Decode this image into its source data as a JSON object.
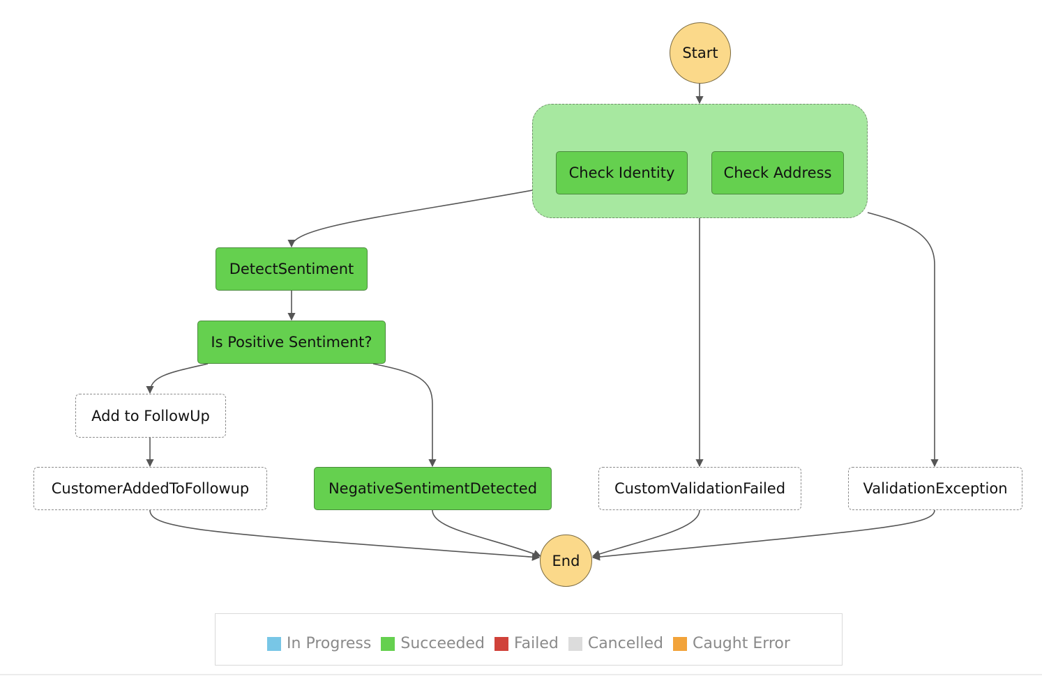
{
  "states": {
    "start": "Start",
    "end": "End",
    "check_identity": "Check Identity",
    "check_address": "Check Address",
    "detect_sentiment": "DetectSentiment",
    "is_positive_sentiment": "Is Positive Sentiment?",
    "add_to_followup": "Add to FollowUp",
    "customer_added_to_followup": "CustomerAddedToFollowup",
    "negative_sentiment_detected": "NegativeSentimentDetected",
    "custom_validation_failed": "CustomValidationFailed",
    "validation_exception": "ValidationException"
  },
  "status": {
    "start": "terminal",
    "check_identity": "Succeeded",
    "check_address": "Succeeded",
    "parallel_block": "Succeeded",
    "detect_sentiment": "Succeeded",
    "is_positive_sentiment": "Succeeded",
    "add_to_followup": "Not executed",
    "customer_added_to_followup": "Not executed",
    "negative_sentiment_detected": "Succeeded",
    "custom_validation_failed": "Not executed",
    "validation_exception": "Not executed",
    "end": "terminal"
  },
  "legend": {
    "items": [
      {
        "label": "In Progress",
        "color": "#78c6e6"
      },
      {
        "label": "Succeeded",
        "color": "#65d04f"
      },
      {
        "label": "Failed",
        "color": "#d0423a"
      },
      {
        "label": "Cancelled",
        "color": "#dcdcdc"
      },
      {
        "label": "Caught Error",
        "color": "#f2a33a"
      }
    ]
  },
  "colors": {
    "succeeded": "#65d04f",
    "parallel_fill": "#a7e8a0",
    "terminal_fill": "#fbd98a",
    "edge": "#555555"
  }
}
